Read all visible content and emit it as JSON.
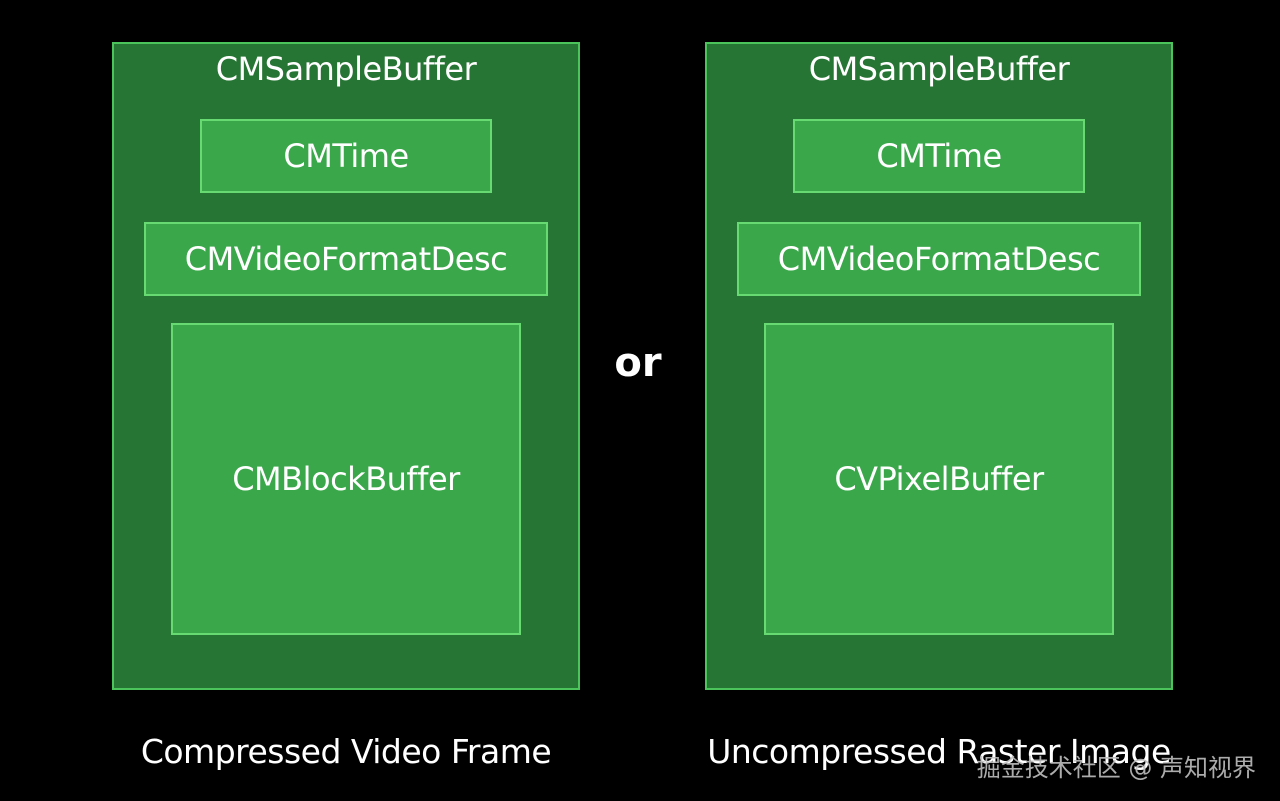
{
  "left_panel": {
    "title": "CMSampleBuffer",
    "time_label": "CMTime",
    "format_label": "CMVideoFormatDesc",
    "buffer_label": "CMBlockBuffer",
    "caption": "Compressed Video Frame"
  },
  "connector": "or",
  "right_panel": {
    "title": "CMSampleBuffer",
    "time_label": "CMTime",
    "format_label": "CMVideoFormatDesc",
    "buffer_label": "CVPixelBuffer",
    "caption": "Uncompressed Raster Image"
  },
  "watermark": "掘金技术社区 @ 声知视界",
  "colors": {
    "background": "#000000",
    "outer_fill": "#277535",
    "outer_border": "#4cc45c",
    "inner_fill": "#3aa74b",
    "inner_border": "#67da72",
    "text": "#ffffff"
  }
}
